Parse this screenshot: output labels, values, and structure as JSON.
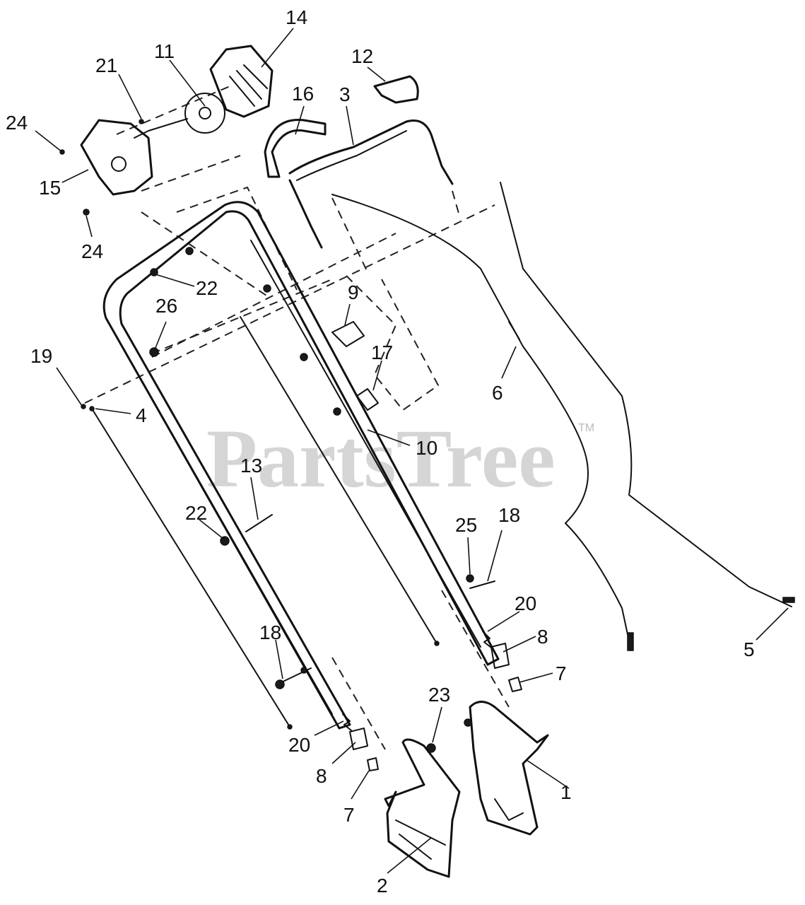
{
  "watermark": {
    "text": "PartsTree",
    "mark": "TM"
  },
  "callouts": [
    "1",
    "2",
    "3",
    "4",
    "5",
    "6",
    "7",
    "7",
    "8",
    "8",
    "9",
    "10",
    "11",
    "12",
    "13",
    "14",
    "15",
    "16",
    "17",
    "18",
    "18",
    "19",
    "20",
    "20",
    "21",
    "22",
    "22",
    "23",
    "24",
    "24",
    "25",
    "26"
  ]
}
